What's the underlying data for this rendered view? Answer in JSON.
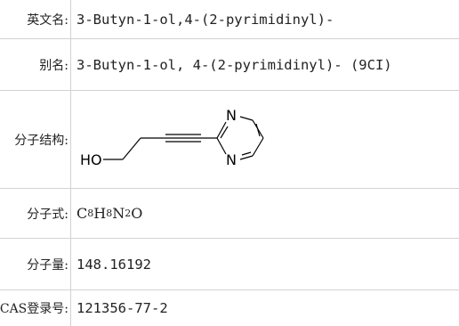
{
  "rows": {
    "english_name": {
      "label": "英文名:",
      "value": "3-Butyn-1-ol,4-(2-pyrimidinyl)-"
    },
    "alias": {
      "label": "别名:",
      "value": "3-Butyn-1-ol, 4-(2-pyrimidinyl)- (9CI)"
    },
    "structure": {
      "label": "分子结构:",
      "atoms": {
        "hydroxyl": "HO",
        "nitrogen_top": "N",
        "nitrogen_bottom": "N"
      }
    },
    "formula": {
      "label": "分子式:",
      "parts": [
        {
          "el": "C",
          "n": "8"
        },
        {
          "el": "H",
          "n": "8"
        },
        {
          "el": "N",
          "n": "2"
        },
        {
          "el": "O",
          "n": ""
        }
      ]
    },
    "weight": {
      "label": "分子量:",
      "value": "148.16192"
    },
    "cas": {
      "label": "CAS登录号:",
      "value": "121356-77-2"
    }
  }
}
